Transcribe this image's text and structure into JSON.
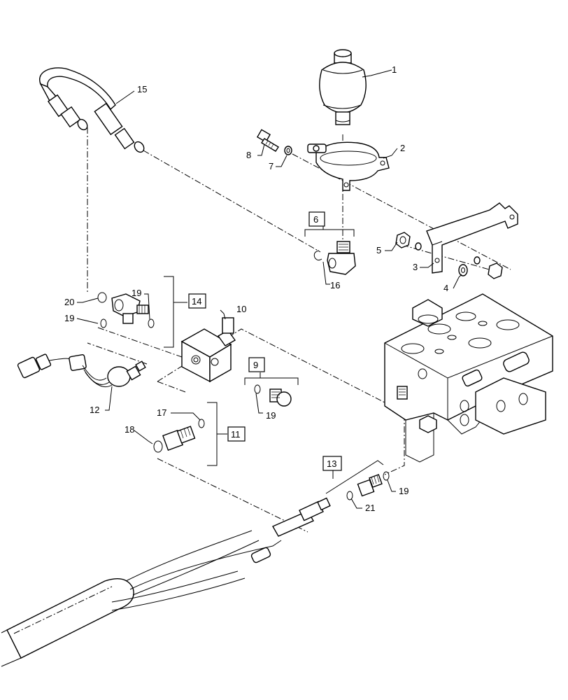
{
  "callouts": {
    "c1": "1",
    "c2": "2",
    "c3": "3",
    "c4": "4",
    "c5": "5",
    "c6": "6",
    "c7": "7",
    "c8": "8",
    "c9": "9",
    "c10": "10",
    "c11": "11",
    "c12": "12",
    "c13": "13",
    "c14": "14",
    "c15": "15",
    "c16": "16",
    "c17": "17",
    "c18": "18",
    "c19a": "19",
    "c19b": "19",
    "c19c": "19",
    "c19d": "19",
    "c20": "20",
    "c21": "21"
  }
}
